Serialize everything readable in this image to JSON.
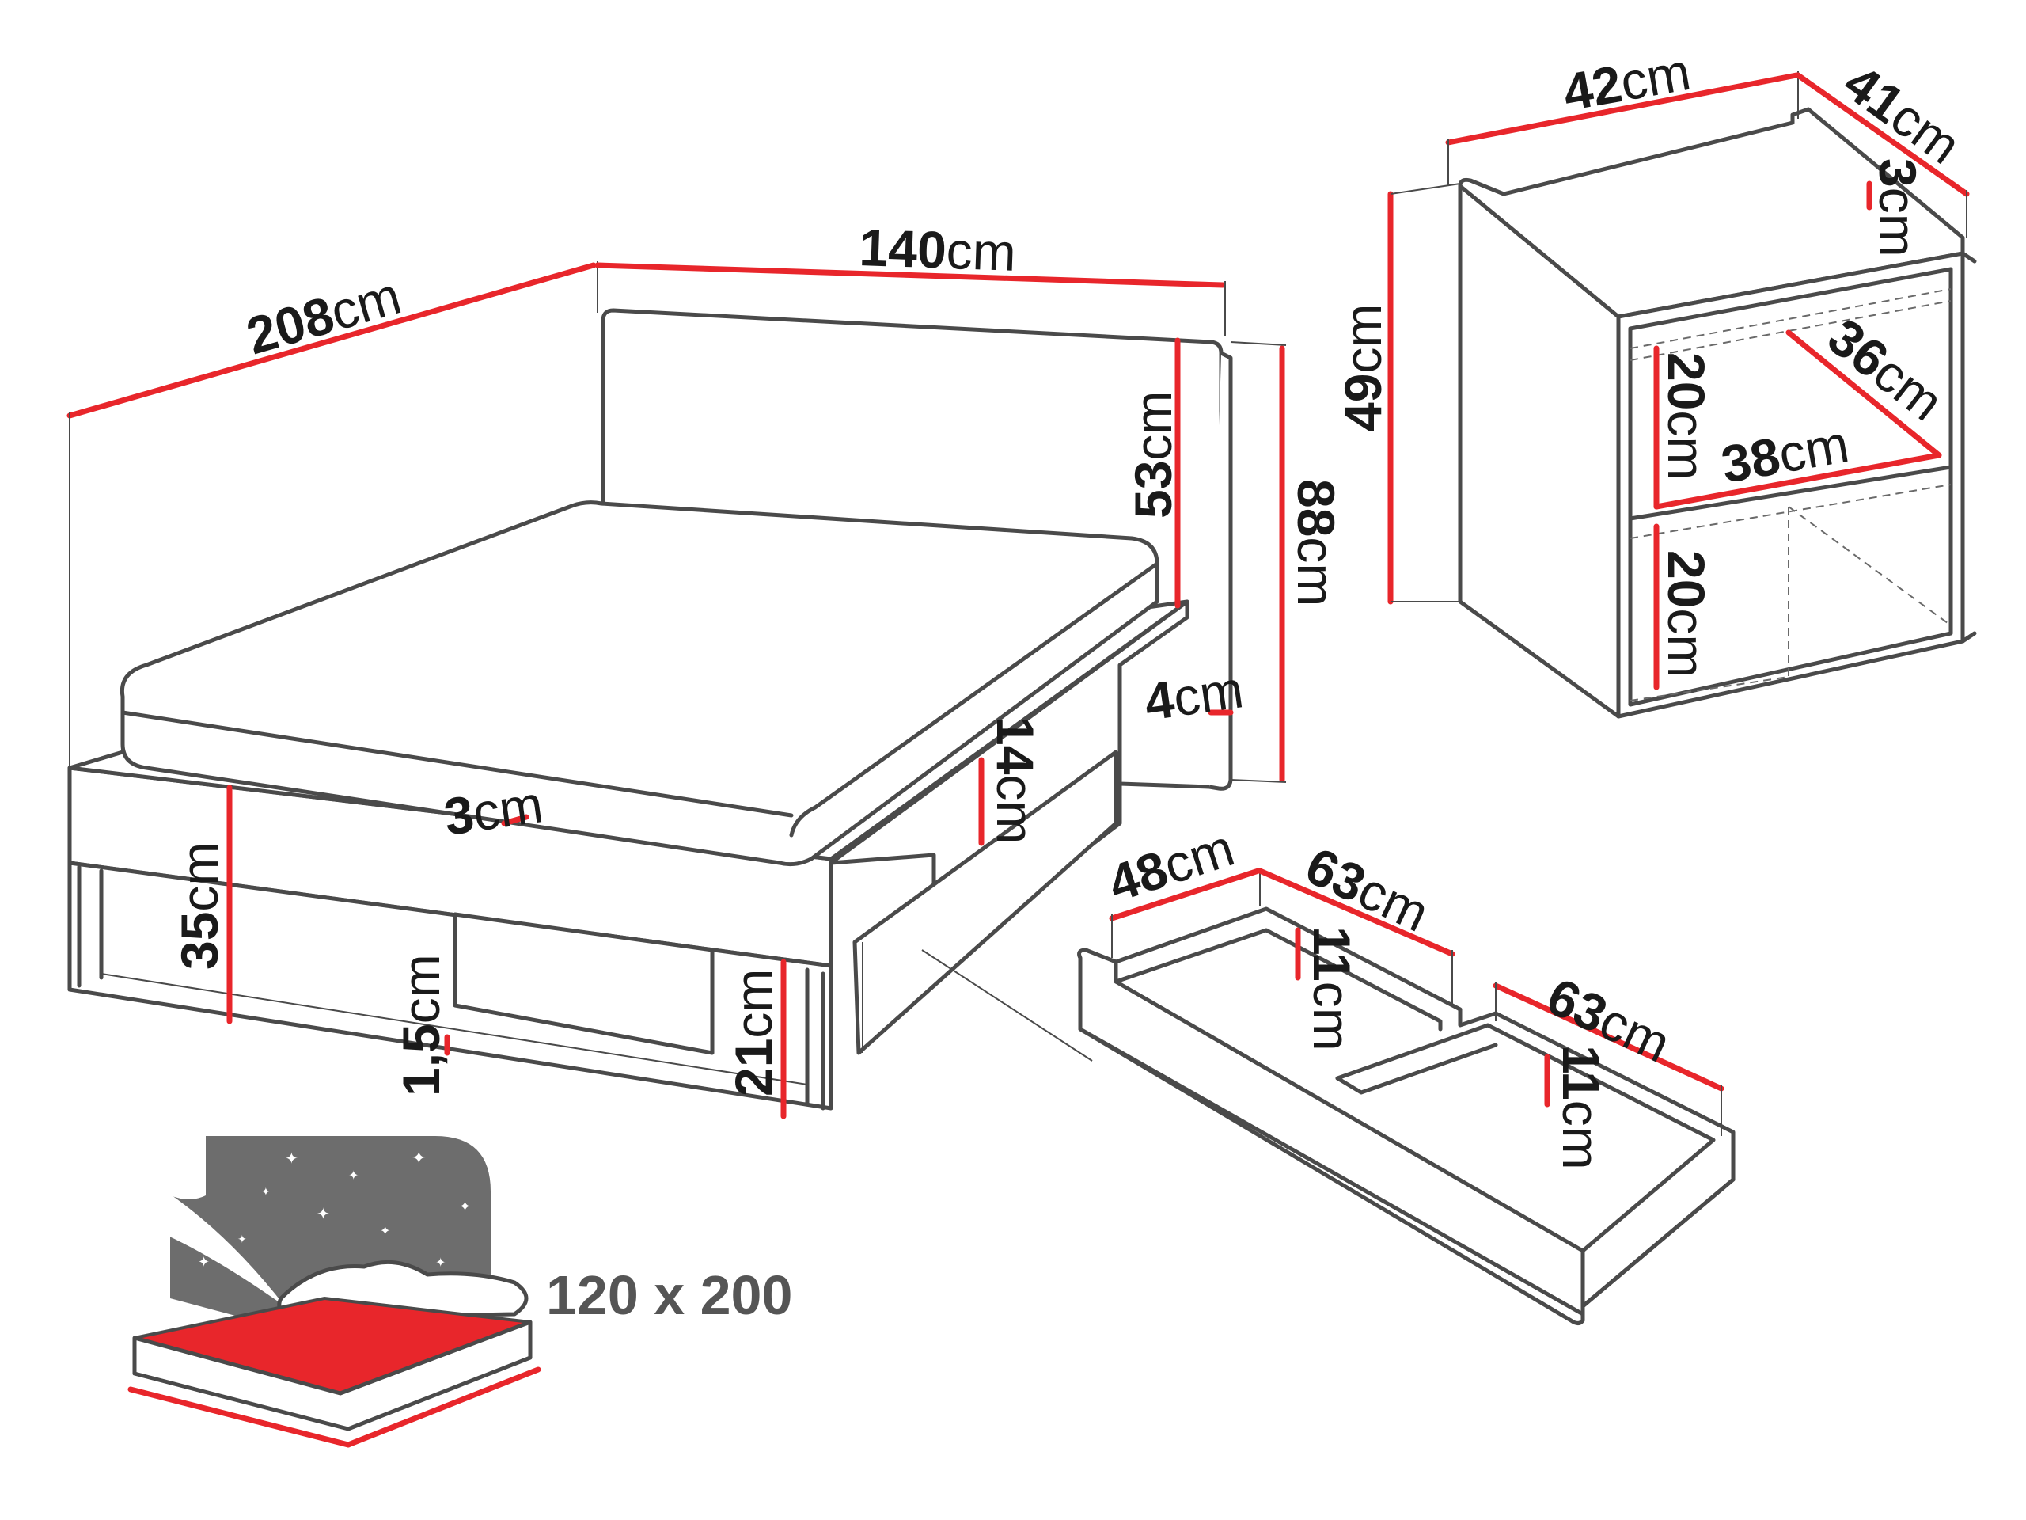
{
  "unit": "cm",
  "bed": {
    "length": "208",
    "width": "140",
    "headboard_height": "53",
    "total_height": "88",
    "headboard_thickness": "4",
    "frame_top": "3",
    "side_rail_height": "14",
    "frame_height": "35",
    "leg_gap": "1,5",
    "drawer_recess": "21"
  },
  "nightstand": {
    "width": "42",
    "depth": "41",
    "top_thickness": "3",
    "height": "49",
    "shelf_upper": "20",
    "shelf_lower": "20",
    "inner_depth": "36",
    "inner_width": "38"
  },
  "drawer": {
    "width": "48",
    "length_left": "63",
    "length_right": "63",
    "height_left": "11",
    "height_right": "11"
  },
  "mattress_size": "120 x 200",
  "colors": {
    "line": "#4a4a4a",
    "dimension": "#e8262b",
    "mattress": "#e8262b",
    "night": "#6d6d6d"
  }
}
